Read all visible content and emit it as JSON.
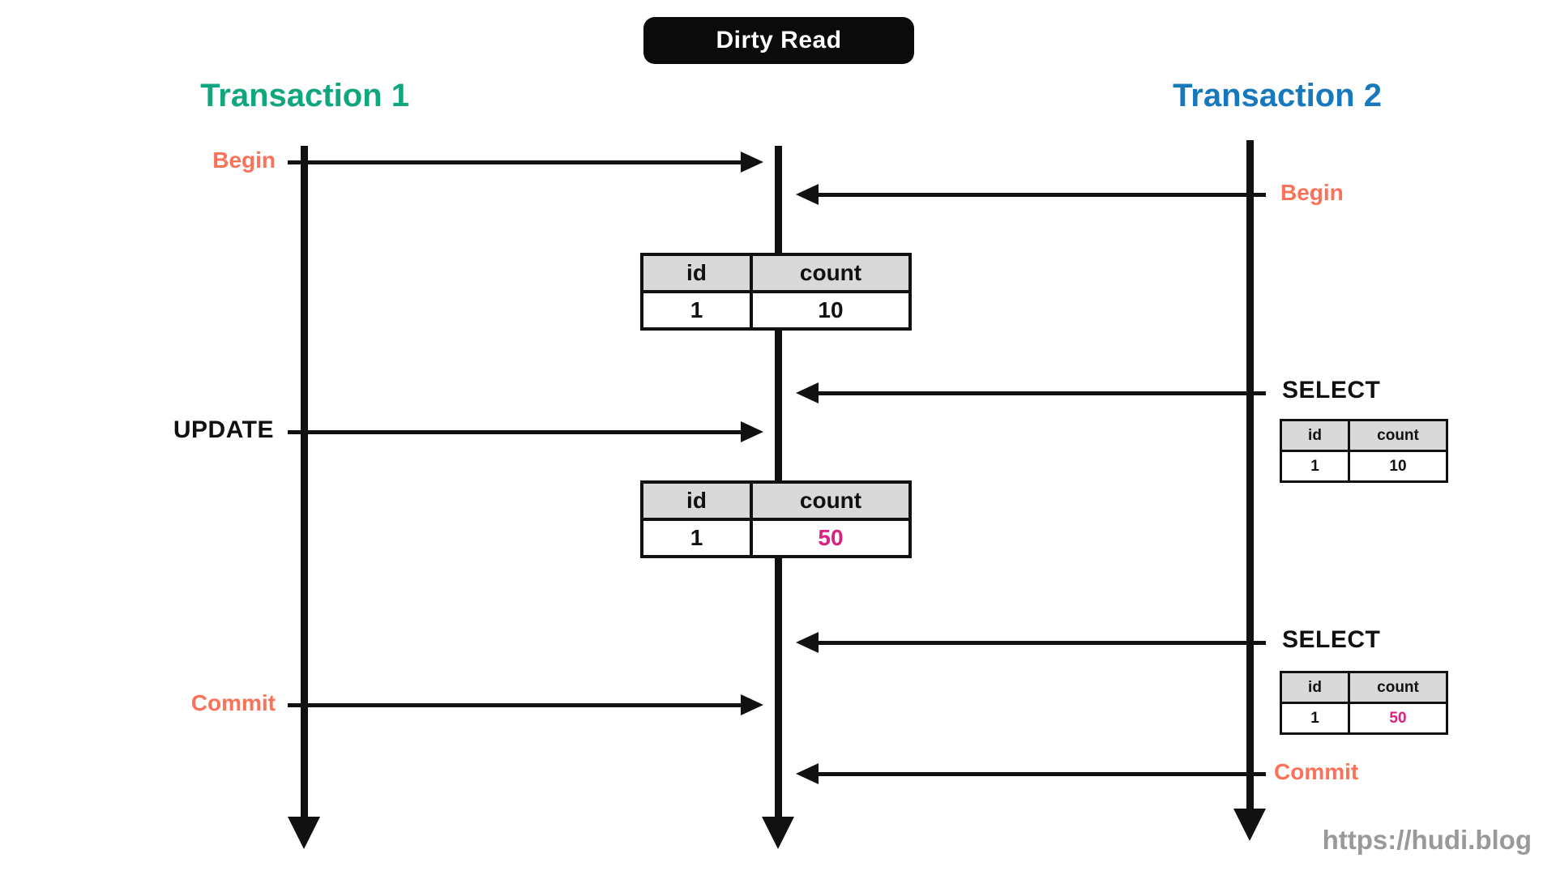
{
  "title": "Dirty Read",
  "watermark": "https://hudi.blog",
  "colors": {
    "transaction1": "#10A67E",
    "transaction2": "#1878BE",
    "action": "#FC7158",
    "highlight": "#D92282",
    "table_header_bg": "#D9D9D9",
    "watermark": "#999999"
  },
  "transaction1": {
    "title": "Transaction 1",
    "events": {
      "begin": "Begin",
      "update": "UPDATE",
      "commit": "Commit"
    }
  },
  "transaction2": {
    "title": "Transaction 2",
    "events": {
      "begin": "Begin",
      "select1": "SELECT",
      "select2": "SELECT",
      "commit": "Commit"
    }
  },
  "tables": {
    "center_initial": {
      "headers": [
        "id",
        "count"
      ],
      "row": [
        "1",
        "10"
      ]
    },
    "center_updated": {
      "headers": [
        "id",
        "count"
      ],
      "row": [
        "1",
        "50"
      ]
    },
    "t2_select1": {
      "headers": [
        "id",
        "count"
      ],
      "row": [
        "1",
        "10"
      ]
    },
    "t2_select2": {
      "headers": [
        "id",
        "count"
      ],
      "row": [
        "1",
        "50"
      ]
    }
  }
}
